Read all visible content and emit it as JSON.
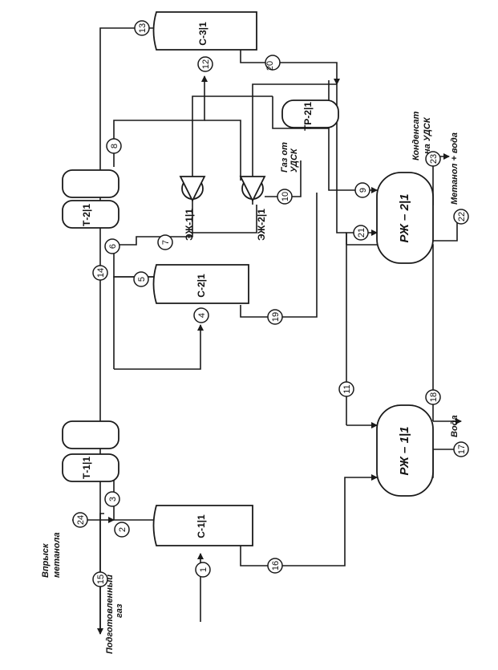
{
  "diagram": {
    "equipment": {
      "c11": "С-1|1",
      "c21": "С-2|1",
      "c31": "С-3|1",
      "t11": "Т-1|1",
      "t21": "Т-2|1",
      "tr21": "ТР-2|1",
      "ej11": "ЭЖ-1|1",
      "ej21": "ЭЖ-2|1",
      "rj11": "РЖ – 1|1",
      "rj21": "РЖ – 2|1"
    },
    "streams": {
      "prepared_gas": [
        "Подготовленный",
        "газ"
      ],
      "methanol_injection": [
        "Впрыск",
        "метанола"
      ],
      "gas_from_udsk": [
        "Газ от",
        "УДСК"
      ],
      "condensate_to_udsk": [
        "Конденсат",
        "на УДСК"
      ],
      "water": "Вода",
      "methanol_water": "Метанол + вода"
    },
    "nodes": [
      "1",
      "2",
      "3",
      "4",
      "5",
      "6",
      "7",
      "8",
      "9",
      "10",
      "11",
      "12",
      "13",
      "14",
      "15",
      "16",
      "17",
      "18",
      "19",
      "20",
      "21",
      "22",
      "23",
      "24"
    ]
  }
}
